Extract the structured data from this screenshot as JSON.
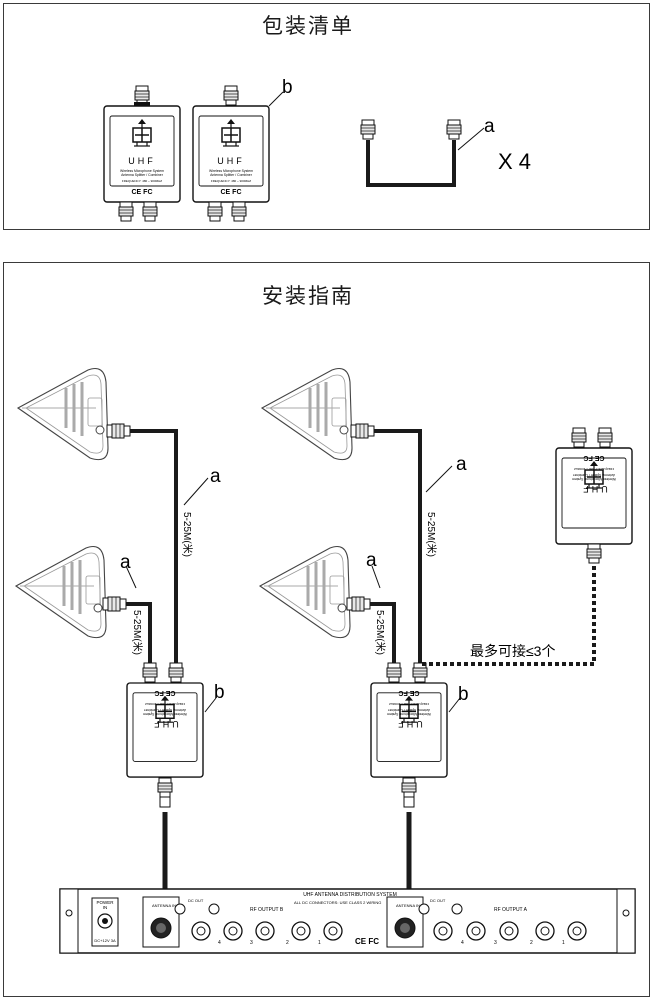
{
  "packing": {
    "title": "包装清单",
    "label_b": "b",
    "label_a": "a",
    "quantity": "X 4"
  },
  "install": {
    "title": "安装指南",
    "label_a": "a",
    "label_b": "b",
    "cable_length": "5-25M(米)",
    "cascade_note": "最多可接≤3个"
  },
  "splitter": {
    "brand": "UHF",
    "line1": "Wireless Microphone System",
    "line2": "Antenna Splitter / Combiner",
    "line3": "FREQUENCY: 480 ~ 900MHZ",
    "marks": "CE FC"
  },
  "rack": {
    "title": "UHF ANTENNA DISTRIBUTION SYSTEM",
    "subtitle": "ALL DC CONNECTORS: USE CLASS 2 WIRING",
    "output_b": "RF OUTPUT B",
    "output_a": "RF OUTPUT A",
    "power": "POWER",
    "power_in": "IN",
    "dc_rating": "DC+12V 3A",
    "antenna_in_b": "ANTENNA IN B",
    "antenna_in_a": "ANTENNA IN A",
    "dc_out": "DC OUT",
    "marks": "CE FC",
    "port_numbers": [
      "1",
      "2",
      "3",
      "4"
    ]
  }
}
